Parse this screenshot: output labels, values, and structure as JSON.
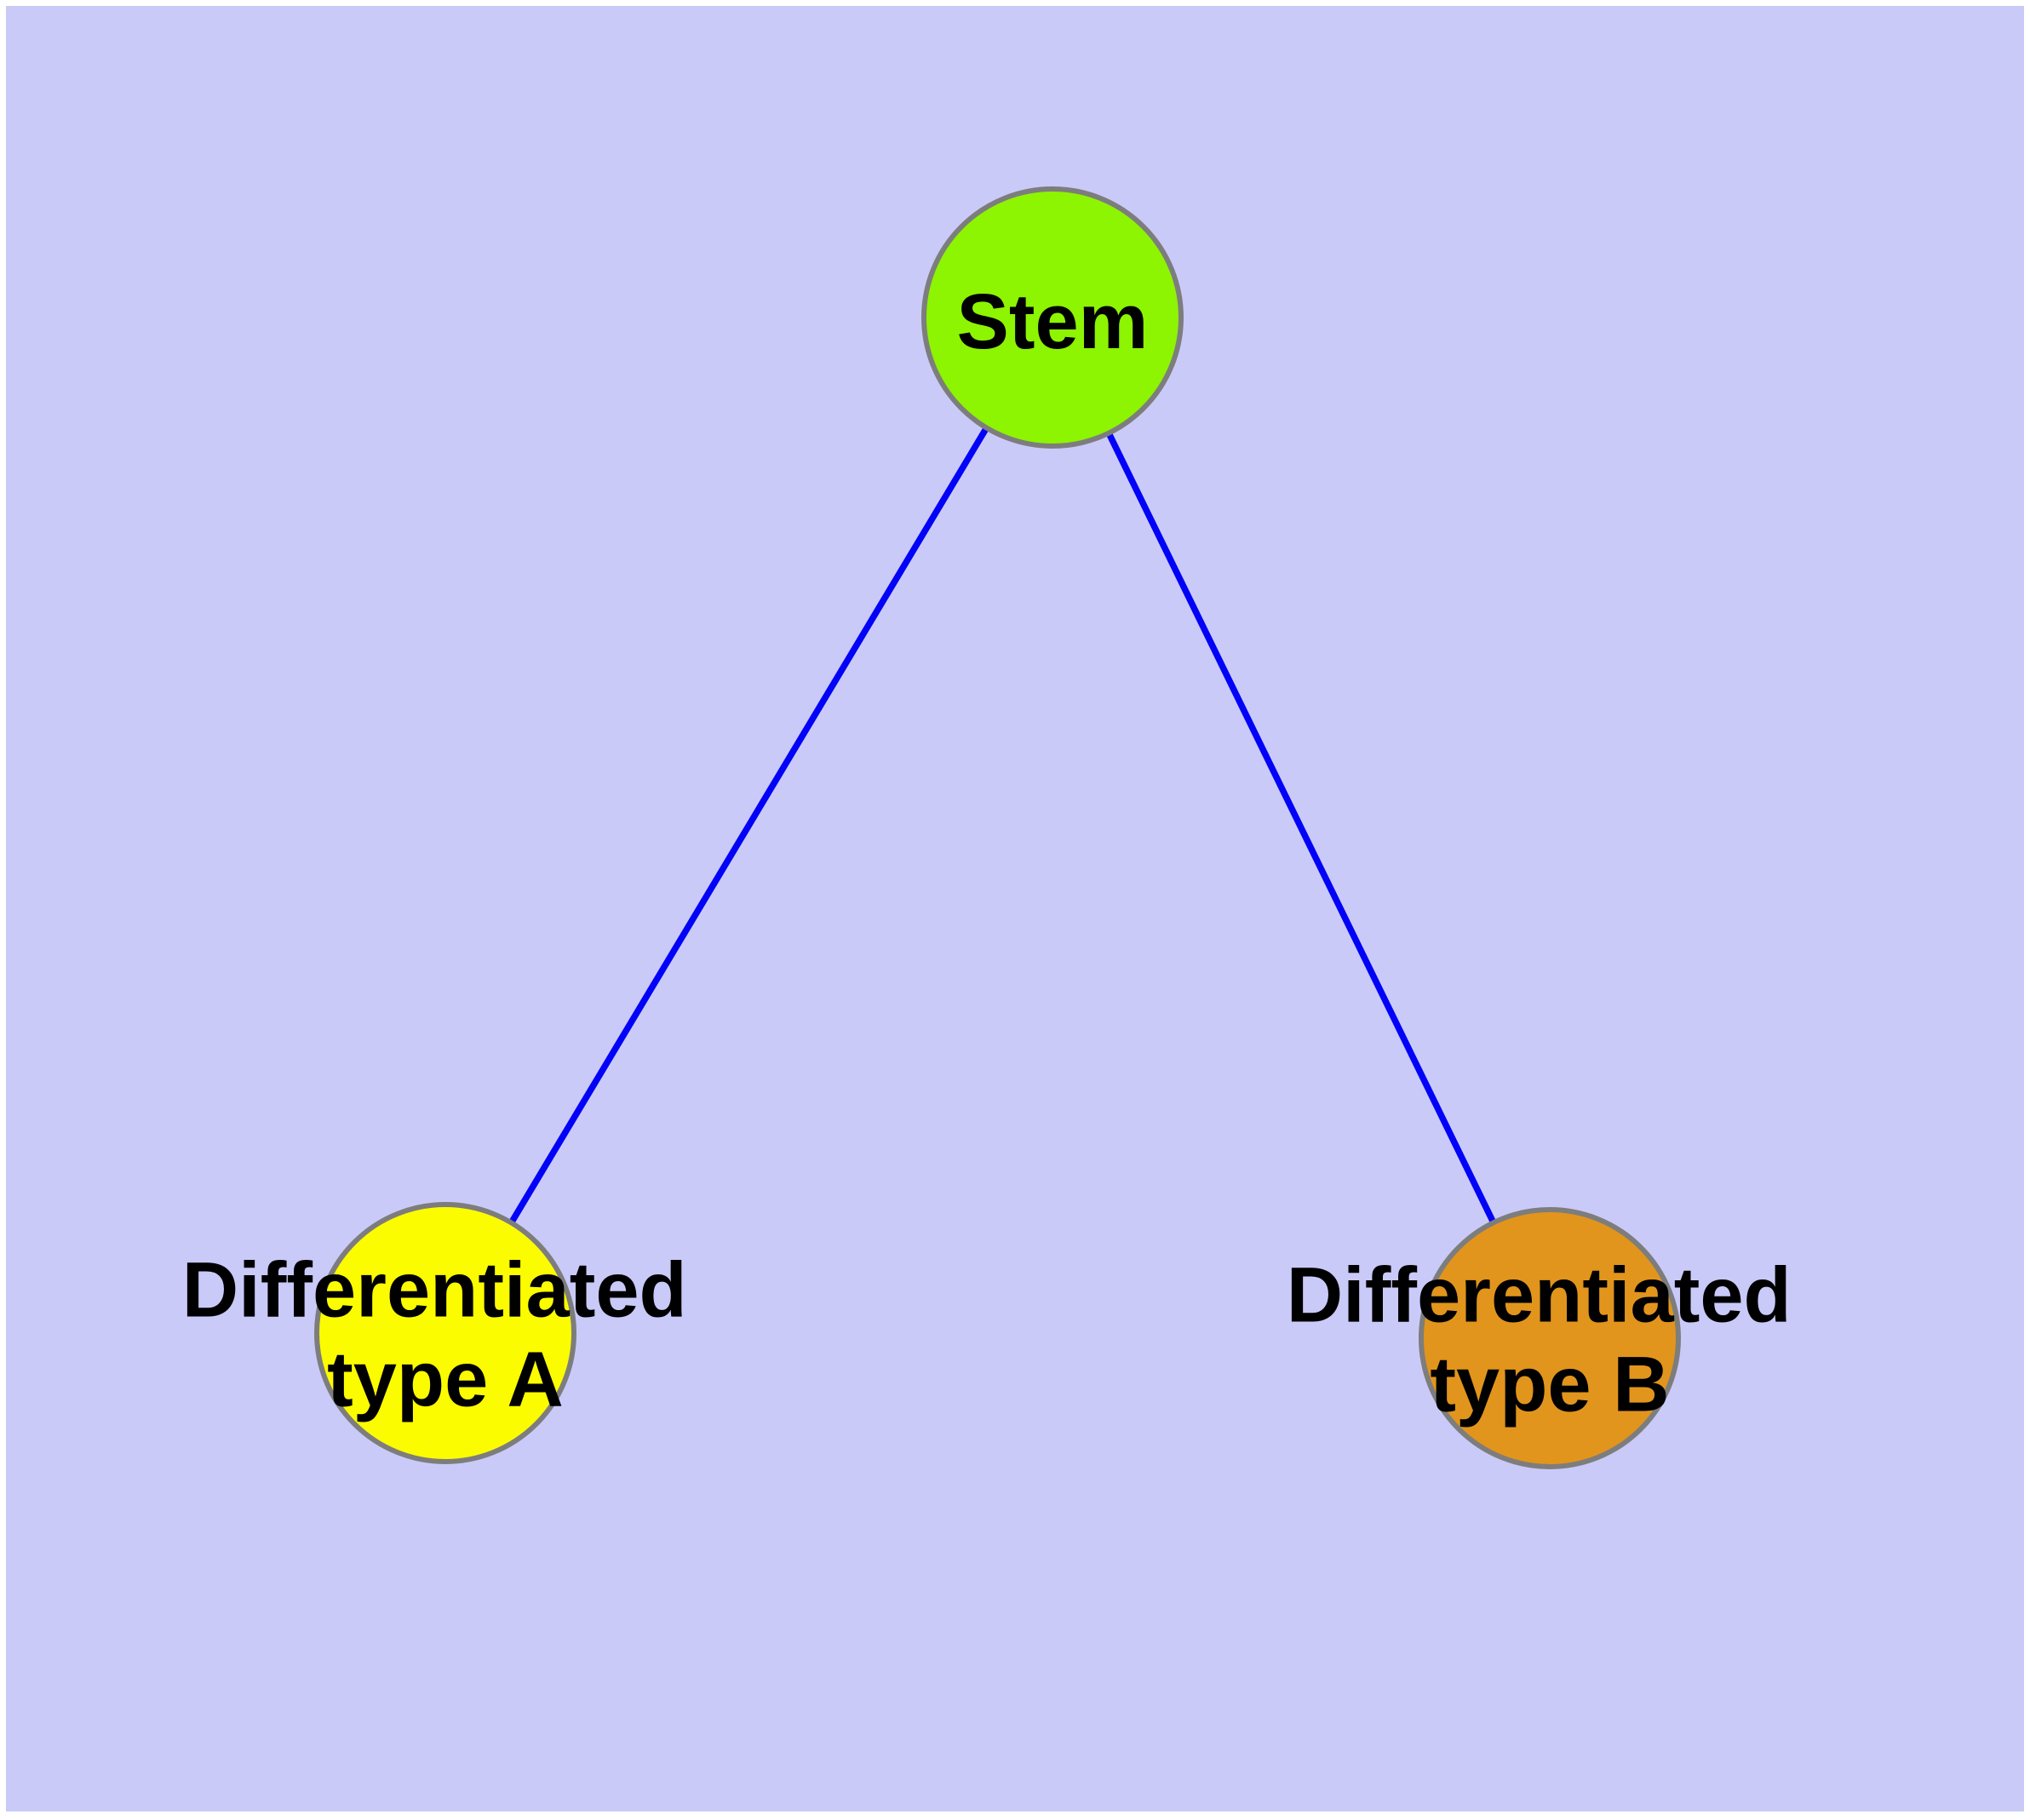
{
  "diagram": {
    "type": "graph",
    "canvas_color": "#CACAF9",
    "page_margin_color": "#FFFFFF",
    "edge_color": "#0202F8",
    "node_border_color": "#7D7D7D",
    "label_color": "#000000",
    "nodes": [
      {
        "id": "stem",
        "label": "Stem",
        "fill": "#8DF402"
      },
      {
        "id": "differentiated-type-a",
        "label": "Differentiated type A",
        "label_line1": "Differentiated",
        "label_line2": "type A",
        "fill": "#FCFC00"
      },
      {
        "id": "differentiated-type-b",
        "label": "Differentiated type B",
        "label_line1": "Differentiated",
        "label_line2": "type B",
        "fill": "#E2951C"
      }
    ],
    "edges": [
      {
        "from": "Stem",
        "to": "Differentiated type A"
      },
      {
        "from": "Stem",
        "to": "Differentiated type B"
      }
    ]
  }
}
